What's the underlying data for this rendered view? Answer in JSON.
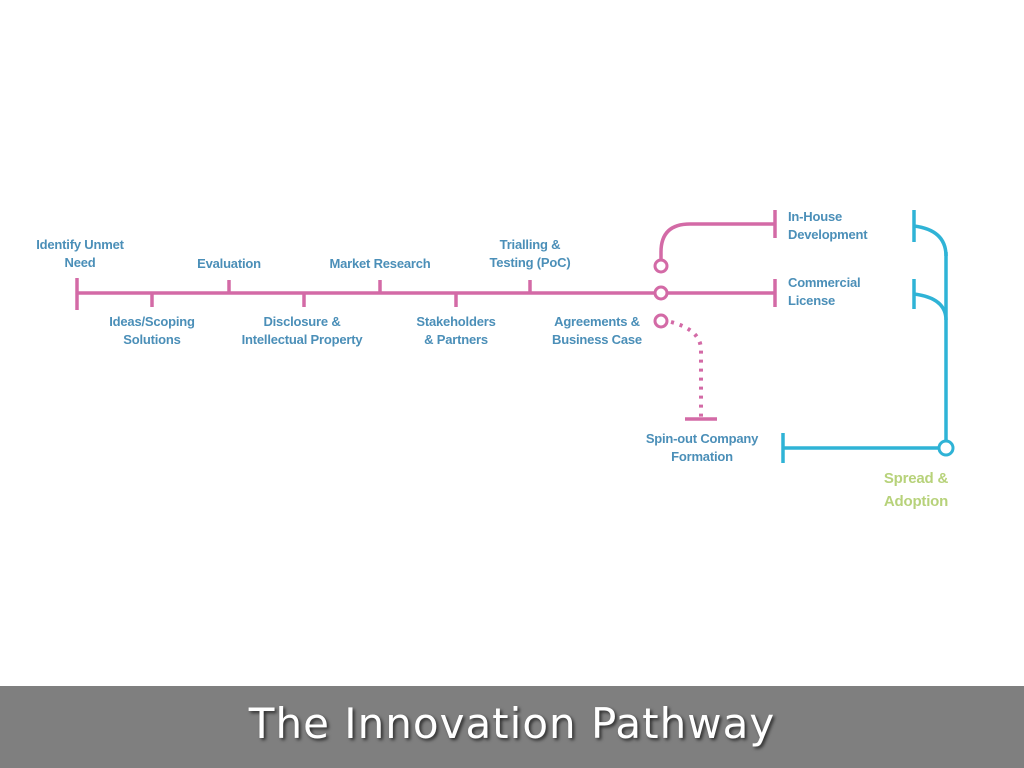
{
  "title": "The Innovation Pathway",
  "colors": {
    "main_line": "#d36aa6",
    "spread_line": "#2fb3d6",
    "label_text": "#4b8fb8",
    "spread_label": "#b7d27a",
    "title_bar": "#7f7f7f"
  },
  "stages_above": [
    {
      "text": "Identify Unmet\nNeed"
    },
    {
      "text": "Evaluation"
    },
    {
      "text": "Market Research"
    },
    {
      "text": "Trialling &\nTesting (PoC)"
    }
  ],
  "stages_below": [
    {
      "text": "Ideas/Scoping\nSolutions"
    },
    {
      "text": "Disclosure &\nIntellectual Property"
    },
    {
      "text": "Stakeholders\n& Partners"
    },
    {
      "text": "Agreements &\nBusiness Case"
    }
  ],
  "outcomes": {
    "in_house": "In-House\nDevelopment",
    "commercial": "Commercial\nLicense",
    "spin_out": "Spin-out Company\nFormation"
  },
  "spread": "Spread &\nAdoption"
}
